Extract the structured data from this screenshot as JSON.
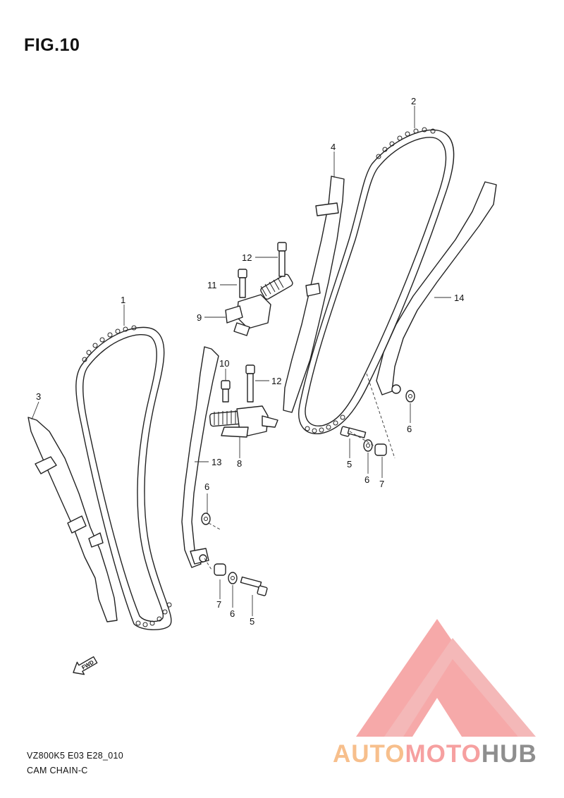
{
  "figure": {
    "title": "FIG.10",
    "code": "VZ800K5 E03 E28_010",
    "name": "CAM CHAIN-C"
  },
  "callouts": [
    "1",
    "2",
    "3",
    "4",
    "5",
    "5",
    "6",
    "6",
    "6",
    "6",
    "7",
    "7",
    "8",
    "9",
    "10",
    "11",
    "12",
    "12",
    "13",
    "14"
  ],
  "fwd_label": "FWD",
  "watermark": {
    "part1": "AUTO",
    "part2": "MOTO",
    "part3": "HUB",
    "colors": {
      "auto": "#f7bf8c",
      "moto": "#f6a0a0",
      "hub": "#8e8e8e",
      "logo": "#f6a0a0"
    }
  }
}
